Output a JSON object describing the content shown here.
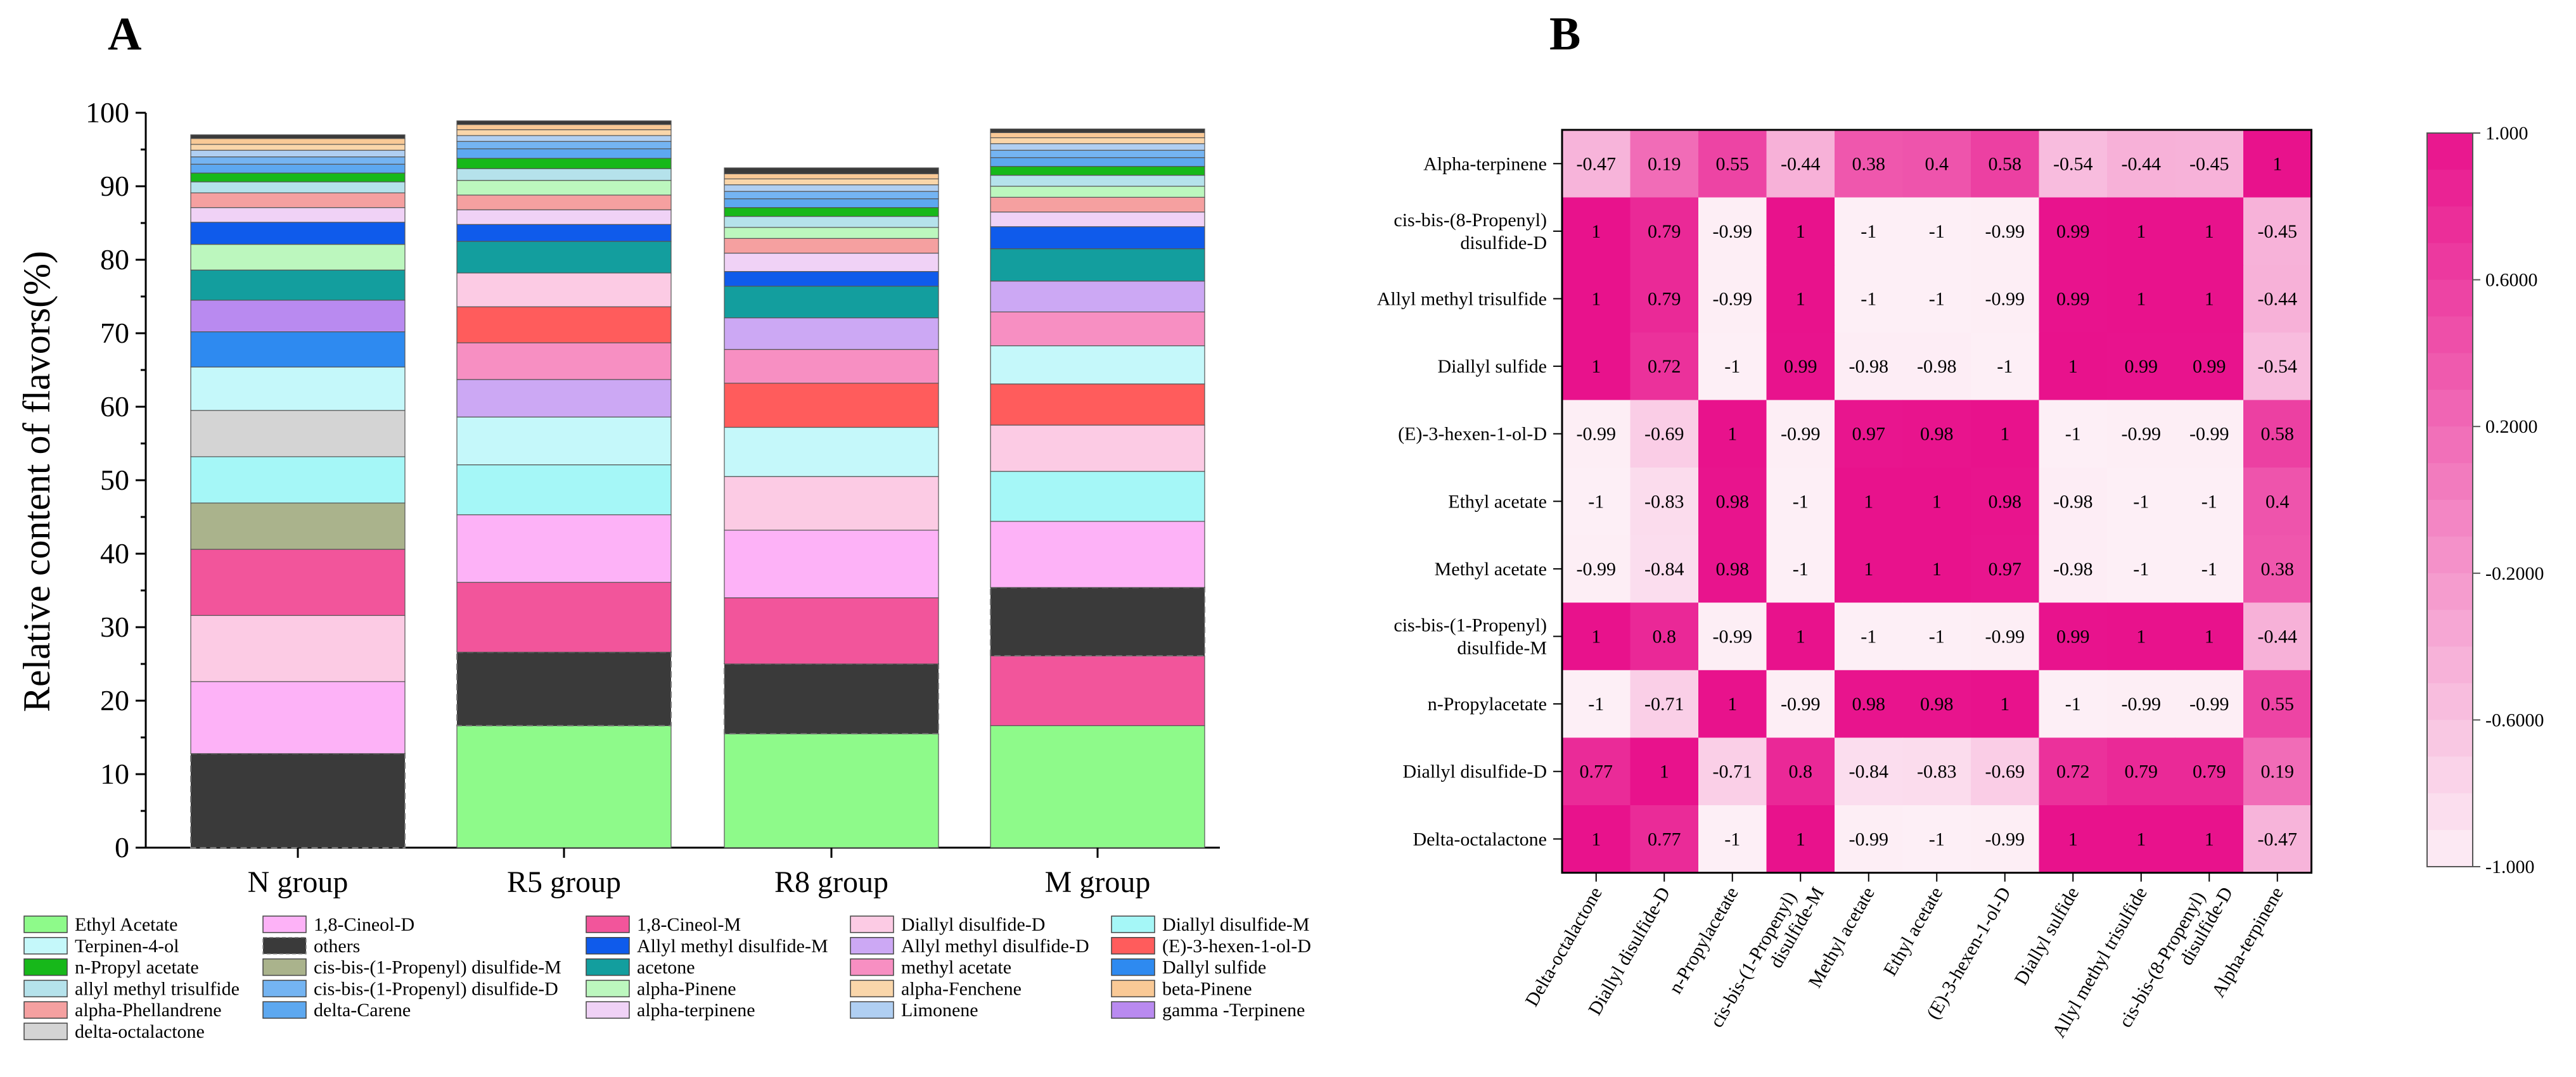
{
  "panels": {
    "a": "A",
    "b": "B"
  },
  "chart_data": [
    {
      "type": "bar",
      "stacked": true,
      "ylabel": "Relative content of flavors(%)",
      "ylim": [
        0,
        100
      ],
      "yticks": [
        0,
        10,
        20,
        30,
        40,
        50,
        60,
        70,
        80,
        90,
        100
      ],
      "categories": [
        "N group",
        "R5 group",
        "R8 group",
        "M group"
      ],
      "legend_position": "bottom",
      "series": [
        {
          "name": "Ethyl Acetate",
          "color": "#8EFA8A",
          "values": [
            0,
            16.6,
            15.5,
            16.6
          ]
        },
        {
          "name": "others",
          "color": "#3A3A3A",
          "dashed": true,
          "values": [
            12.8,
            10.0,
            9.5,
            0
          ]
        },
        {
          "name": "1,8-Cineol-M",
          "color": "#F2559B",
          "values": [
            0,
            9.5,
            9.0,
            9.5
          ]
        },
        {
          "name": "others",
          "color": "#3A3A3A",
          "dashed": true,
          "values": [
            0,
            0,
            0,
            9.3
          ]
        },
        {
          "name": "1,8-Cineol-D",
          "color": "#FDB2F7",
          "values": [
            9.8,
            9.2,
            9.2,
            9.0
          ]
        },
        {
          "name": "Diallyl disulfide-D",
          "color": "#FCCBE4",
          "values": [
            9.0,
            0,
            7.3,
            0
          ]
        },
        {
          "name": "1,8-Cineol-M",
          "color": "#F2559B",
          "values": [
            9.0,
            0,
            0,
            0
          ]
        },
        {
          "name": "cis-bis-(1-Propenyl) disulfide-M",
          "color": "#AAB38C",
          "values": [
            6.3,
            0,
            0,
            0
          ]
        },
        {
          "name": "Diallyl disulfide-M",
          "color": "#A5F7F7",
          "values": [
            6.3,
            6.8,
            0,
            6.8
          ]
        },
        {
          "name": "Diallyl disulfide-D",
          "color": "#FCCBE4",
          "values": [
            0,
            0,
            0,
            6.3
          ]
        },
        {
          "name": "delta-octalactone",
          "color": "#D4D4D4",
          "values": [
            6.3,
            0,
            0,
            0
          ]
        },
        {
          "name": "Terpinen-4-ol",
          "color": "#C5F8FA",
          "values": [
            5.9,
            6.5,
            6.7,
            0
          ]
        },
        {
          "name": "(E)-3-hexen-1-ol-D",
          "color": "#FF5C5C",
          "values": [
            0,
            0,
            6.0,
            5.6
          ]
        },
        {
          "name": "Terpinen-4-ol",
          "color": "#C5F8FA",
          "values": [
            0,
            0,
            0,
            5.2
          ]
        },
        {
          "name": "Allyl methyl disulfide-D",
          "color": "#CCA8F4",
          "values": [
            0,
            5.1,
            0,
            0
          ]
        },
        {
          "name": "methyl acetate",
          "color": "#F78FC2",
          "values": [
            0,
            5.0,
            4.6,
            4.6
          ]
        },
        {
          "name": "Dallyl sulfide",
          "color": "#2E8AF0",
          "values": [
            4.8,
            0,
            0,
            0
          ]
        },
        {
          "name": "(E)-3-hexen-1-ol-D",
          "color": "#FF5C5C",
          "values": [
            0,
            4.9,
            0,
            0
          ]
        },
        {
          "name": "gamma -Terpinene",
          "color": "#B98AF0",
          "values": [
            4.3,
            0,
            0,
            0
          ]
        },
        {
          "name": "Diallyl disulfide-D",
          "color": "#FCCBE4",
          "values": [
            0,
            4.6,
            0,
            0
          ]
        },
        {
          "name": "Allyl methyl disulfide-D",
          "color": "#CCA8F4",
          "values": [
            0,
            0,
            4.3,
            4.2
          ]
        },
        {
          "name": "acetone",
          "color": "#139E9E",
          "values": [
            4.1,
            4.3,
            4.3,
            4.4
          ]
        },
        {
          "name": "alpha-Pinene",
          "color": "#BCF7BE",
          "values": [
            3.5,
            0,
            0,
            0
          ]
        },
        {
          "name": "Allyl methyl disulfide-M",
          "color": "#0F5BEB",
          "values": [
            3.0,
            2.3,
            2.0,
            3.0
          ]
        },
        {
          "name": "alpha-terpinene",
          "color": "#F0D2F6",
          "values": [
            2.0,
            2.0,
            2.5,
            2.0
          ]
        },
        {
          "name": "alpha-Phellandrene",
          "color": "#F5A0A0",
          "values": [
            2.0,
            2.0,
            2.0,
            2.0
          ]
        },
        {
          "name": "alpha-Pinene",
          "color": "#BCF7BE",
          "values": [
            0,
            2.0,
            1.5,
            1.5
          ]
        },
        {
          "name": "allyl methyl trisulfide",
          "color": "#B5E2EB",
          "values": [
            1.5,
            1.6,
            1.5,
            1.5
          ]
        },
        {
          "name": "n-Propyl acetate",
          "color": "#17B81A",
          "values": [
            1.2,
            1.4,
            1.2,
            1.2
          ]
        },
        {
          "name": "delta-Carene",
          "color": "#5DA8F0",
          "values": [
            1.2,
            1.3,
            1.2,
            1.2
          ]
        },
        {
          "name": "cis-bis-(1-Propenyl) disulfide-D",
          "color": "#74B4F2",
          "values": [
            1.0,
            1.0,
            1.0,
            1.0
          ]
        },
        {
          "name": "Limonene",
          "color": "#B0CFF2",
          "values": [
            0.9,
            0.8,
            0.9,
            0.9
          ]
        },
        {
          "name": "alpha-Fenchene",
          "color": "#FAD6AA",
          "values": [
            0.8,
            0.8,
            0.8,
            0.8
          ]
        },
        {
          "name": "beta-Pinene",
          "color": "#F9C996",
          "values": [
            0.8,
            0.7,
            0.7,
            0.7
          ]
        },
        {
          "name": "others",
          "color": "#3A3A3A",
          "values": [
            0.5,
            0.5,
            0.8,
            0.5
          ]
        }
      ]
    },
    {
      "type": "heatmap",
      "rows": [
        "Alpha-terpinene",
        "cis-bis-(8-Propenyl)|disulfide-D",
        "Allyl methyl trisulfide",
        "Diallyl sulfide",
        "(E)-3-hexen-1-ol-D",
        "Ethyl acetate",
        "Methyl acetate",
        "cis-bis-(1-Propenyl)|disulfide-M",
        "n-Propylacetate",
        "Diallyl disulfide-D",
        "Delta-octalactone"
      ],
      "columns": [
        "Delta-octalactone",
        "Diallyl disulfide-D",
        "n-Propylacetate",
        "cis-bis-(1-Propenyl)|disulfide-M",
        "Methyl acetate",
        "Ethyl acetate",
        "(E)-3-hexen-1-ol-D",
        "Diallyl sulfide",
        "Allyl methyl trisulfide",
        "cis-bis-(8-Propenyl)|disulfide-D",
        "Alpha-terpinene"
      ],
      "values": [
        [
          -0.47,
          0.19,
          0.55,
          -0.44,
          0.38,
          0.4,
          0.58,
          -0.54,
          -0.44,
          -0.45,
          1
        ],
        [
          1,
          0.79,
          -0.99,
          1,
          -1,
          -1,
          -0.99,
          0.99,
          1,
          1,
          -0.45
        ],
        [
          1,
          0.79,
          -0.99,
          1,
          -1,
          -1,
          -0.99,
          0.99,
          1,
          1,
          -0.44
        ],
        [
          1,
          0.72,
          -1,
          0.99,
          -0.98,
          -0.98,
          -1,
          1,
          0.99,
          0.99,
          -0.54
        ],
        [
          -0.99,
          -0.69,
          1,
          -0.99,
          0.97,
          0.98,
          1,
          -1,
          -0.99,
          -0.99,
          0.58
        ],
        [
          -1,
          -0.83,
          0.98,
          -1,
          1,
          1,
          0.98,
          -0.98,
          -1,
          -1,
          0.4
        ],
        [
          -0.99,
          -0.84,
          0.98,
          -1,
          1,
          1,
          0.97,
          -0.98,
          -1,
          -1,
          0.38
        ],
        [
          1,
          0.8,
          -0.99,
          1,
          -1,
          -1,
          -0.99,
          0.99,
          1,
          1,
          -0.44
        ],
        [
          -1,
          -0.71,
          1,
          -0.99,
          0.98,
          0.98,
          1,
          -1,
          -0.99,
          -0.99,
          0.55
        ],
        [
          0.77,
          1,
          -0.71,
          0.8,
          -0.84,
          -0.83,
          -0.69,
          0.72,
          0.79,
          0.79,
          0.19
        ],
        [
          1,
          0.77,
          -1,
          1,
          -0.99,
          -1,
          -0.99,
          1,
          1,
          1,
          -0.47
        ]
      ],
      "colorbar": {
        "min": -1,
        "max": 1,
        "tick_labels": [
          "1.000",
          "0.6000",
          "0.2000",
          "-0.2000",
          "-0.6000",
          "-1.000"
        ],
        "color_high": "#E8128C",
        "color_low": "#FDEFF6"
      }
    }
  ],
  "legend": [
    {
      "label": "Ethyl Acetate",
      "color": "#8EFA8A"
    },
    {
      "label": "1,8-Cineol-D",
      "color": "#FDB2F7"
    },
    {
      "label": "1,8-Cineol-M",
      "color": "#F2559B"
    },
    {
      "label": "Diallyl disulfide-D",
      "color": "#FCCBE4"
    },
    {
      "label": "Diallyl disulfide-M",
      "color": "#A5F7F7"
    },
    {
      "label": "Terpinen-4-ol",
      "color": "#C5F8FA"
    },
    {
      "label": "others",
      "color": "#3A3A3A"
    },
    {
      "label": "Allyl methyl disulfide-M",
      "color": "#0F5BEB"
    },
    {
      "label": "Allyl methyl disulfide-D",
      "color": "#CCA8F4"
    },
    {
      "label": "(E)-3-hexen-1-ol-D",
      "color": "#FF5C5C"
    },
    {
      "label": "n-Propyl acetate",
      "color": "#17B81A"
    },
    {
      "label": "cis-bis-(1-Propenyl) disulfide-M",
      "color": "#AAB38C"
    },
    {
      "label": "acetone",
      "color": "#139E9E"
    },
    {
      "label": "methyl acetate",
      "color": "#F78FC2"
    },
    {
      "label": "Dallyl sulfide",
      "color": "#2E8AF0"
    },
    {
      "label": "allyl methyl trisulfide",
      "color": "#B5E2EB"
    },
    {
      "label": "cis-bis-(1-Propenyl) disulfide-D",
      "color": "#74B4F2"
    },
    {
      "label": "alpha-Pinene",
      "color": "#BCF7BE"
    },
    {
      "label": "alpha-Fenchene",
      "color": "#FAD6AA"
    },
    {
      "label": "beta-Pinene",
      "color": "#F9C996"
    },
    {
      "label": "alpha-Phellandrene",
      "color": "#F5A0A0"
    },
    {
      "label": "delta-Carene",
      "color": "#5DA8F0"
    },
    {
      "label": "alpha-terpinene",
      "color": "#F0D2F6"
    },
    {
      "label": "Limonene",
      "color": "#B0CFF2"
    },
    {
      "label": "gamma -Terpinene",
      "color": "#B98AF0"
    },
    {
      "label": "delta-octalactone",
      "color": "#D4D4D4"
    }
  ]
}
